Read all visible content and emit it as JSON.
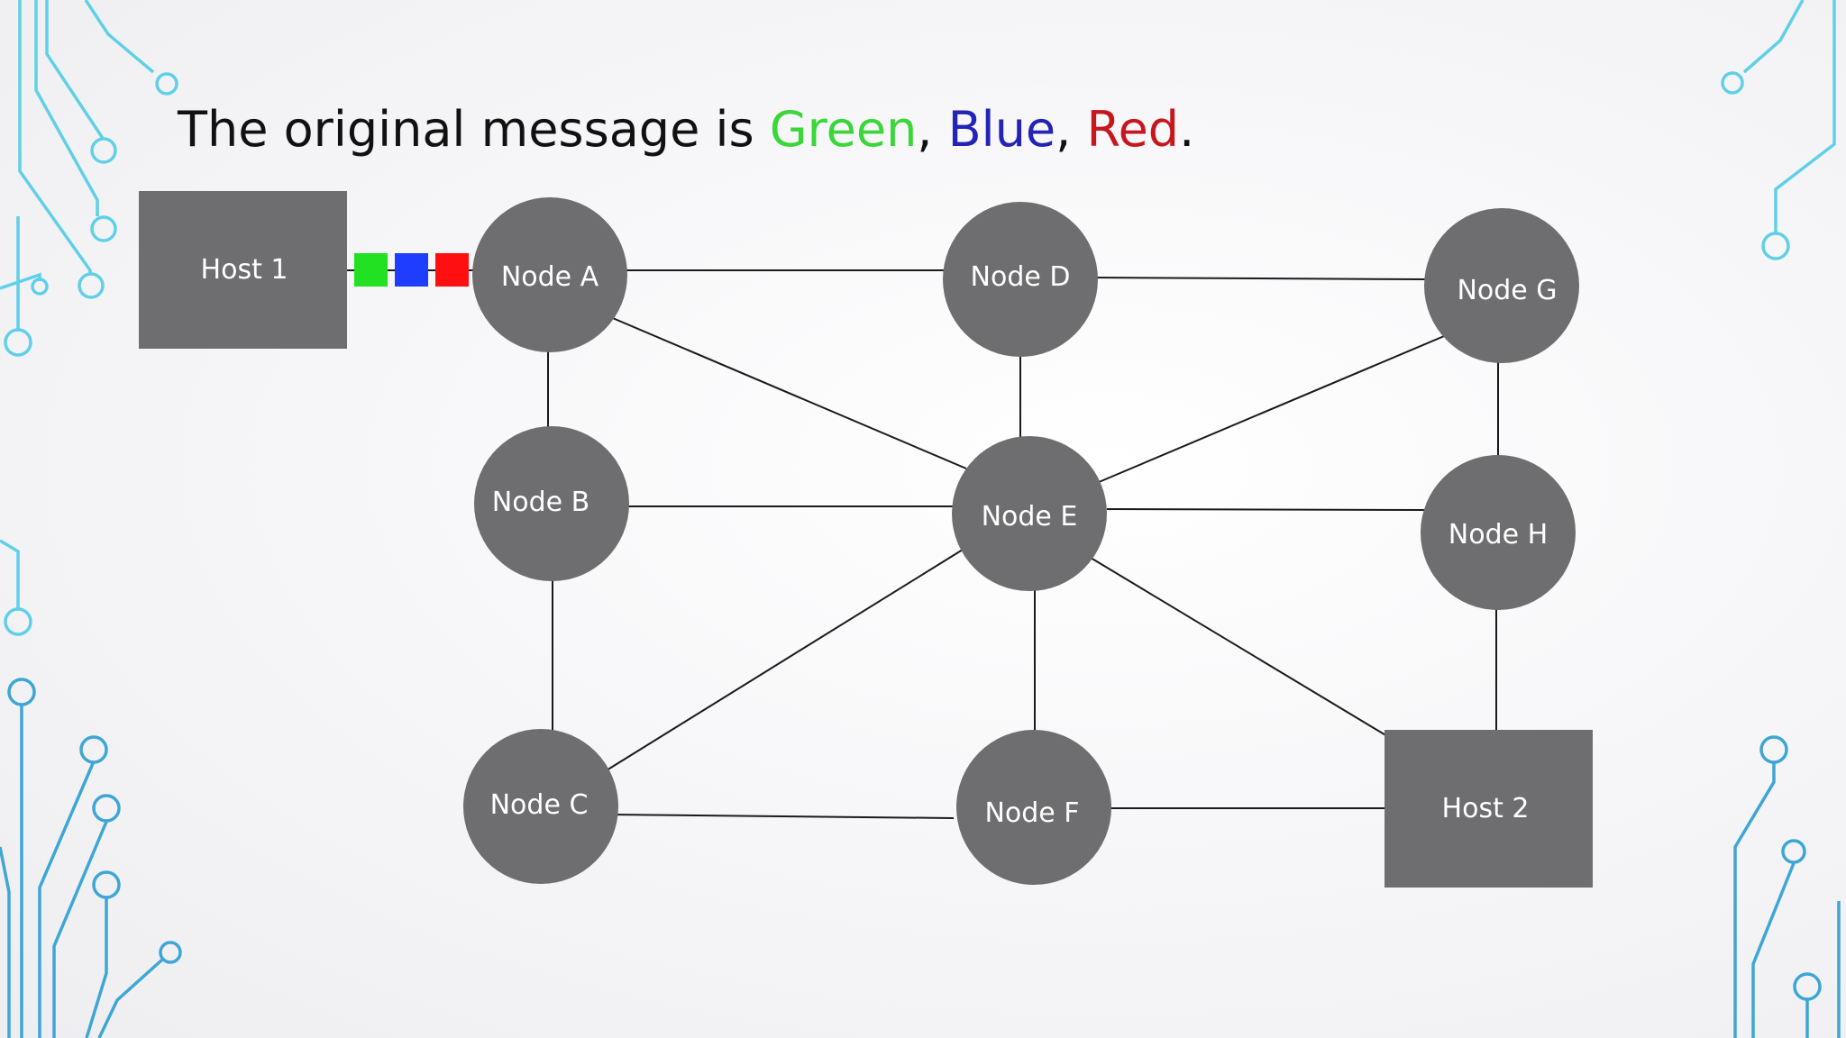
{
  "title": {
    "prefix": "The original message is ",
    "green": "Green",
    "sep1": ", ",
    "blue": "Blue",
    "sep2": ", ",
    "red": "Red",
    "suffix": "."
  },
  "colors": {
    "green": "#3ad63a",
    "blue": "#2323b8",
    "red": "#c8161e",
    "node": "#6e6d6f",
    "packet_green": "#22e022",
    "packet_blue": "#1f3dff",
    "packet_red": "#ff1010"
  },
  "hosts": {
    "host1": "Host 1",
    "host2": "Host 2"
  },
  "nodes": {
    "a": "Node A",
    "b": "Node B",
    "c": "Node C",
    "d": "Node D",
    "e": "Node E",
    "f": "Node F",
    "g": "Node G",
    "h": "Node H"
  },
  "packets": [
    "green",
    "blue",
    "red"
  ]
}
